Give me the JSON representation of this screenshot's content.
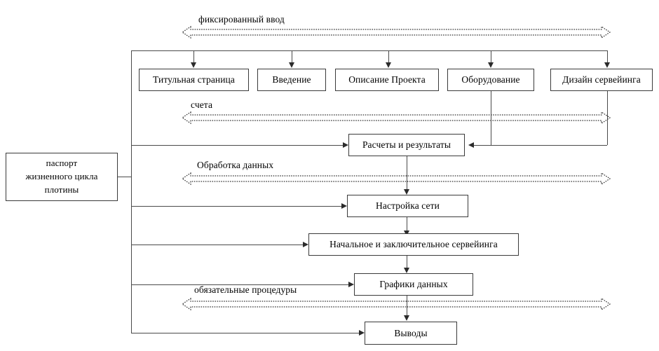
{
  "diagram": {
    "title_label": "фиксированный ввод",
    "source_box": {
      "line1": "паспорт",
      "line2": "жизненного цикла",
      "line3": "плотины"
    },
    "stage_boxes": [
      {
        "id": "title-page",
        "label": "Титульная страница"
      },
      {
        "id": "intro",
        "label": "Введение"
      },
      {
        "id": "project-desc",
        "label": "Описание Проекта"
      },
      {
        "id": "equipment",
        "label": "Оборудование"
      },
      {
        "id": "survey-design",
        "label": "Дизайн сервейинга"
      }
    ],
    "flow_boxes": [
      {
        "id": "calculations",
        "label": "Расчеты и результаты"
      },
      {
        "id": "network-setup",
        "label": "Настройка сети"
      },
      {
        "id": "initial-final-survey",
        "label": "Начальное и заключительное сервейинга"
      },
      {
        "id": "data-charts",
        "label": "Графики данных"
      },
      {
        "id": "conclusions",
        "label": "Выводы"
      }
    ],
    "span_labels": [
      {
        "id": "fixed-input",
        "label": "фиксированный ввод"
      },
      {
        "id": "accounts",
        "label": "счета"
      },
      {
        "id": "data-processing",
        "label": "Обработка данных"
      },
      {
        "id": "mandatory-procedures",
        "label": "обязательные процедуры"
      }
    ],
    "colors": {
      "background": "#ffffff",
      "box_border": "#3a3a3a",
      "line": "#4a4a4a",
      "arrow_fill": "#2b2b2b",
      "text": "#000000"
    }
  }
}
